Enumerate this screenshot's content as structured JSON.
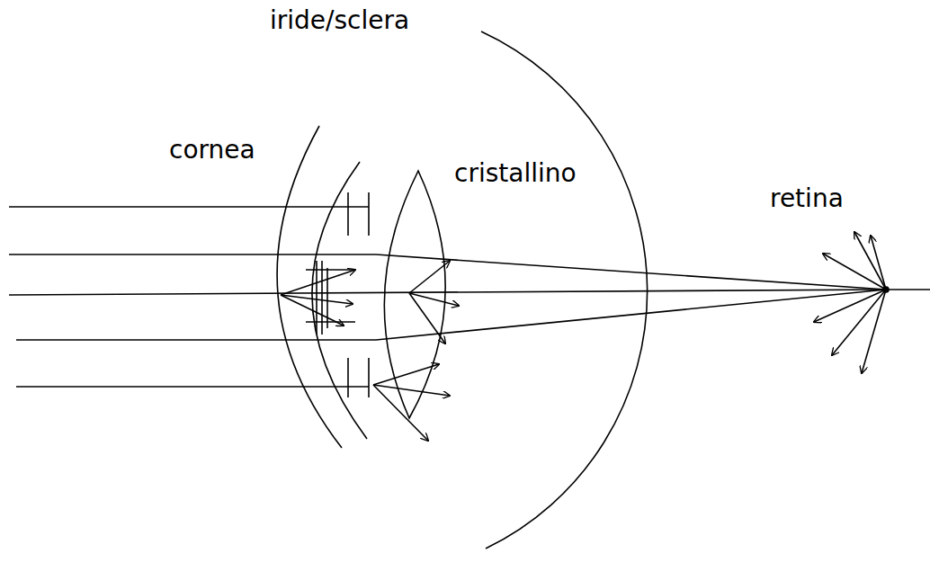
{
  "diagram": {
    "labels": [
      "cornea",
      "iride/sclera",
      "cristallino",
      "retina"
    ]
  }
}
